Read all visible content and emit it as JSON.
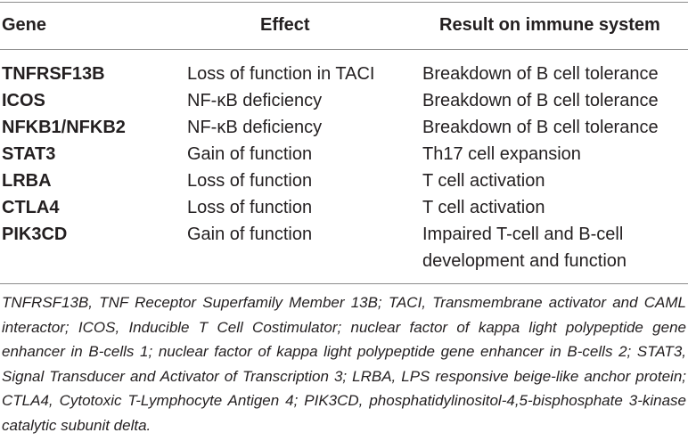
{
  "table": {
    "headers": {
      "gene": "Gene",
      "effect": "Effect",
      "result": "Result on immune system"
    },
    "rows": [
      {
        "gene": "TNFRSF13B",
        "effect": "Loss of function in TACI",
        "result": "Breakdown of B cell tolerance"
      },
      {
        "gene": "ICOS",
        "effect": "NF-κB deficiency",
        "result": "Breakdown of B cell tolerance"
      },
      {
        "gene": "NFKB1/NFKB2",
        "effect": "NF-κB deficiency",
        "result": "Breakdown of B cell tolerance"
      },
      {
        "gene": "STAT3",
        "effect": "Gain of function",
        "result": "Th17 cell expansion"
      },
      {
        "gene": "LRBA",
        "effect": "Loss of function",
        "result": "T cell activation"
      },
      {
        "gene": "CTLA4",
        "effect": "Loss of function",
        "result": "T cell activation"
      },
      {
        "gene": "PIK3CD",
        "effect": "Gain of function",
        "result": "Impaired T-cell and B-cell development and function"
      }
    ]
  },
  "footnote": "TNFRSF13B, TNF Receptor Superfamily Member 13B; TACI, Transmembrane activator and CAML interactor; ICOS, Inducible T Cell Costimulator; nuclear factor of kappa light polypeptide gene enhancer in B-cells 1; nuclear factor of kappa light polypeptide gene enhancer in B-cells 2; STAT3, Signal Transducer and Activator of Transcription 3; LRBA, LPS responsive beige-like anchor protein; CTLA4, Cytotoxic T-Lymphocyte Antigen 4; PIK3CD, phosphatidylinositol-4,5-bisphosphate 3-kinase catalytic subunit delta."
}
